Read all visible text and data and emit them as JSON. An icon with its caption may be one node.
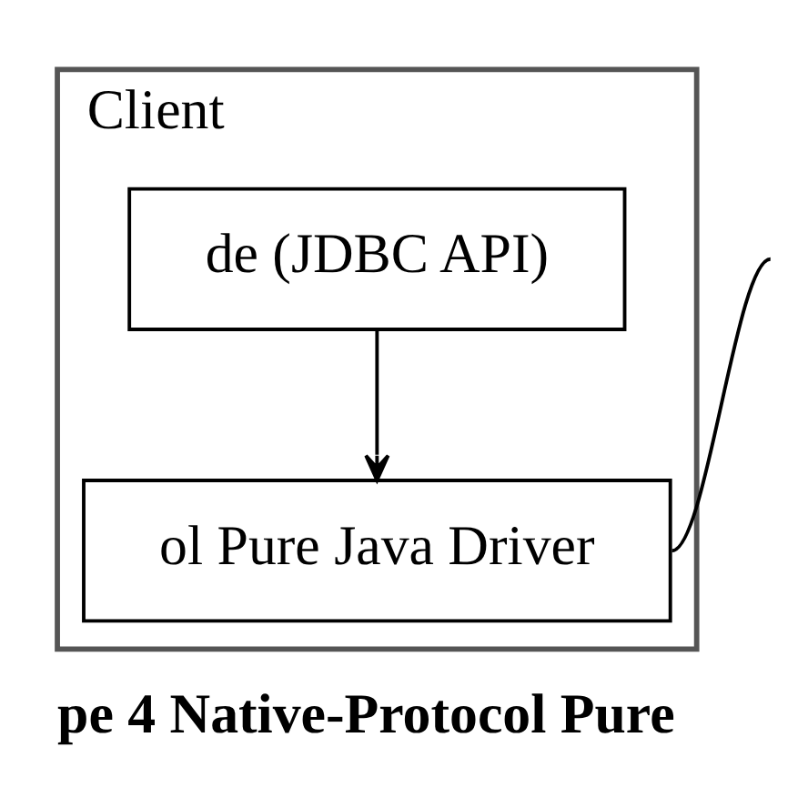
{
  "diagram": {
    "caption": "pe 4 Native-Protocol Pure",
    "nodes": [
      {
        "text": [
          "Client"
        ]
      },
      {
        "text": [
          "de (JDBC API)"
        ],
        "in": 0
      },
      {
        "text": [
          "ol Pure Java Driver"
        ],
        "in": 0
      }
    ],
    "edges": [
      {
        "from": 1,
        "to": 2,
        "arrow": "to"
      },
      {
        "from": 2,
        "to": null,
        "arrow": "none"
      }
    ]
  }
}
